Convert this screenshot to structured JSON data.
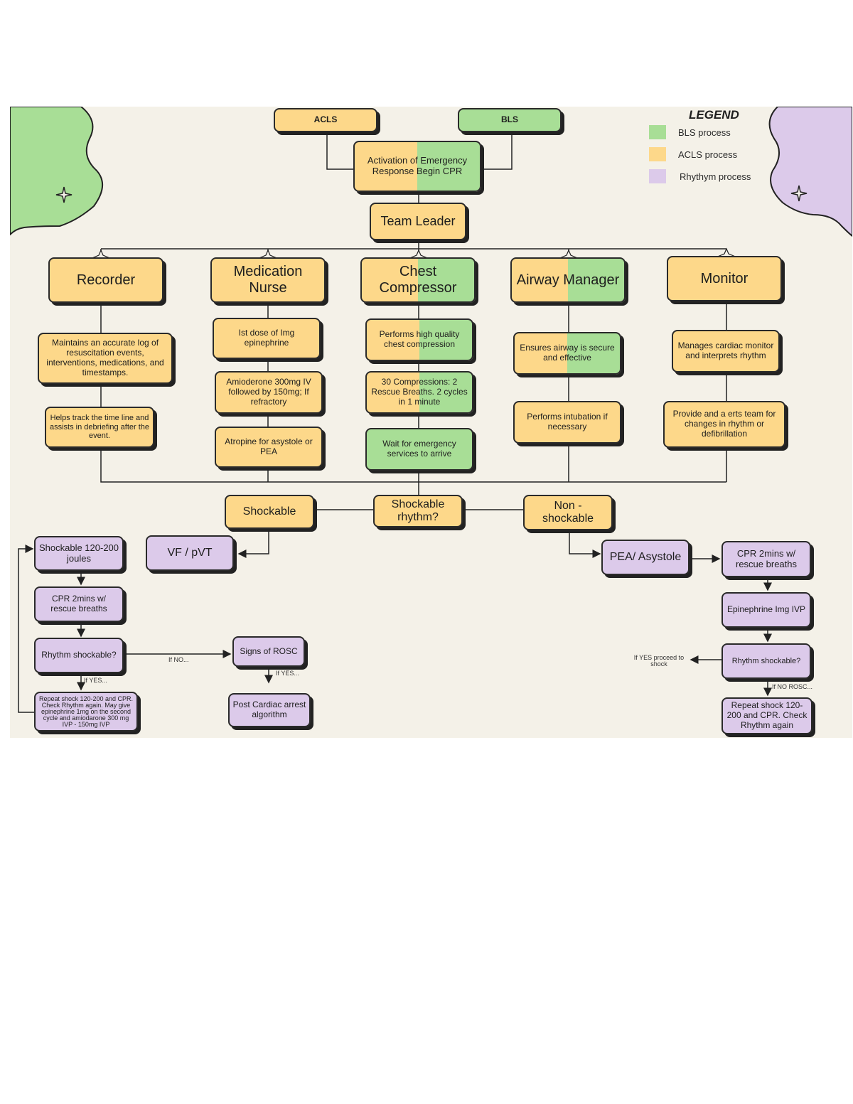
{
  "legend": {
    "title": "LEGEND",
    "items": [
      {
        "label": "BLS process",
        "color": "#a8de96"
      },
      {
        "label": "ACLS process",
        "color": "#fdd88a"
      },
      {
        "label": "Rhythym process",
        "color": "#dccaea"
      }
    ]
  },
  "top": {
    "acls": "ACLS",
    "bls": "BLS",
    "activation": "Activation of Emergency Response Begin CPR",
    "team_leader": "Team Leader"
  },
  "roles": {
    "recorder": "Recorder",
    "medication_nurse": "Medication Nurse",
    "chest_compressor": "Chest Compressor",
    "airway_manager": "Airway Manager",
    "monitor": "Monitor"
  },
  "tasks": {
    "recorder_1": "Maintains an accurate log of resuscitation events, interventions, medications, and timestamps.",
    "recorder_2": "Helps track the time line and assists in debriefing after the event.",
    "med_1": "Ist dose of Img epinephrine",
    "med_2": "Amioderone 300mg IV followed by 150mg; If refractory",
    "med_3": "Atropine for asystole or PEA",
    "chest_1": "Performs high quality chest compression",
    "chest_2": "30 Compressions: 2 Rescue Breaths. 2 cycles in 1 minute",
    "chest_3": "Wait for emergency services to arrive",
    "airway_1": "Ensures airway is secure and effective",
    "airway_2": "Performs intubation if necessary",
    "monitor_1": "Manages cardiac monitor and interprets rhythm",
    "monitor_2": "Provide and a erts team for changes in rhythm or defibrillation"
  },
  "decision": {
    "question": "Shockable rhythm?",
    "shockable": "Shockable",
    "non_shockable": "Non - shockable"
  },
  "shockable_path": {
    "vf": "VF / pVT",
    "shock": "Shockable 120-200 joules",
    "cpr": "CPR 2mins w/ rescue breaths",
    "rhythm_check": "Rhythm shockable?",
    "if_yes": "If YES...",
    "if_no": "If NO...",
    "repeat": "Repeat shock 120-200 and CPR. Check Rhythm again. May give epinephrine 1mg on the second cycle and amiodarone 300 mg IVP - 150mg IVP",
    "rosc": "Signs of ROSC",
    "rosc_if_yes": "If YES...",
    "post_arrest": "Post Cardiac arrest algorithm"
  },
  "nonshockable_path": {
    "pea": "PEA/ Asystole",
    "cpr": "CPR 2mins w/ rescue breaths",
    "epi": "Epinephrine Img IVP",
    "rhythm_check": "Rhythm shockable?",
    "if_yes": "If YES proceed to shock",
    "if_no": "If NO ROSC...",
    "repeat": "Repeat shock 120-200 and CPR. Check Rhythm again"
  }
}
